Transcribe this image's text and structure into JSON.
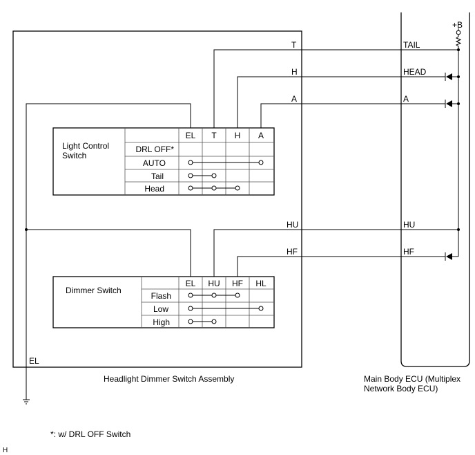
{
  "assembly": {
    "label": "Headlight Dimmer Switch Assembly",
    "el_terminal": "EL"
  },
  "ecu": {
    "label_line1": "Main Body ECU (Multiplex",
    "label_line2": "Network Body ECU)",
    "power": "+B"
  },
  "wires": {
    "t": "T",
    "h": "H",
    "a": "A",
    "hu": "HU",
    "hf": "HF"
  },
  "ecu_terminals": {
    "tail": "TAIL",
    "head": "HEAD",
    "a": "A",
    "hu": "HU",
    "hf": "HF"
  },
  "light_control_switch": {
    "title_line1": "Light Control",
    "title_line2": "Switch",
    "columns": [
      "EL",
      "T",
      "H",
      "A"
    ],
    "rows": [
      "DRL OFF*",
      "AUTO",
      "Tail",
      "Head"
    ]
  },
  "dimmer_switch": {
    "title": "Dimmer Switch",
    "columns": [
      "EL",
      "HU",
      "HF",
      "HL"
    ],
    "rows": [
      "Flash",
      "Low",
      "High"
    ]
  },
  "footnote": "*: w/ DRL OFF Switch",
  "corner_mark": "H"
}
